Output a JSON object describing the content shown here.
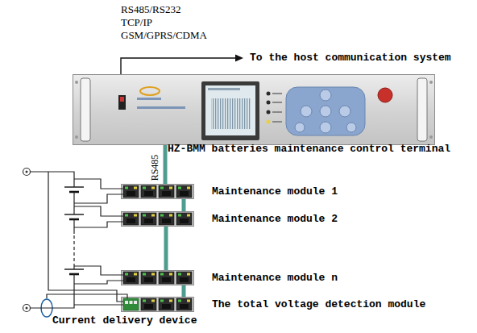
{
  "diagram": {
    "nodes": [
      {
        "text": [
          "HZ-BMM batteries maintenance control terminal"
        ]
      },
      {
        "text": [
          "Maintenance module 1"
        ]
      },
      {
        "text": [
          "Maintenance module 2"
        ]
      },
      {
        "text": [
          "Maintenance module n"
        ]
      },
      {
        "text": [
          "The total voltage detection module"
        ]
      },
      {
        "text": [
          "Current delivery device"
        ]
      }
    ],
    "edges": [
      {
        "from": 0,
        "to": 1,
        "label": "RS485",
        "arrow": "none"
      },
      {
        "from": 1,
        "to": 2,
        "arrow": "none"
      },
      {
        "from": 2,
        "to": 3,
        "arrow": "none"
      },
      {
        "from": 3,
        "to": 4,
        "arrow": "none"
      }
    ],
    "labels": [
      "RS485/RS232",
      "TCP/IP",
      "GSM/GPRS/CDMA",
      "To the host communication system"
    ]
  }
}
